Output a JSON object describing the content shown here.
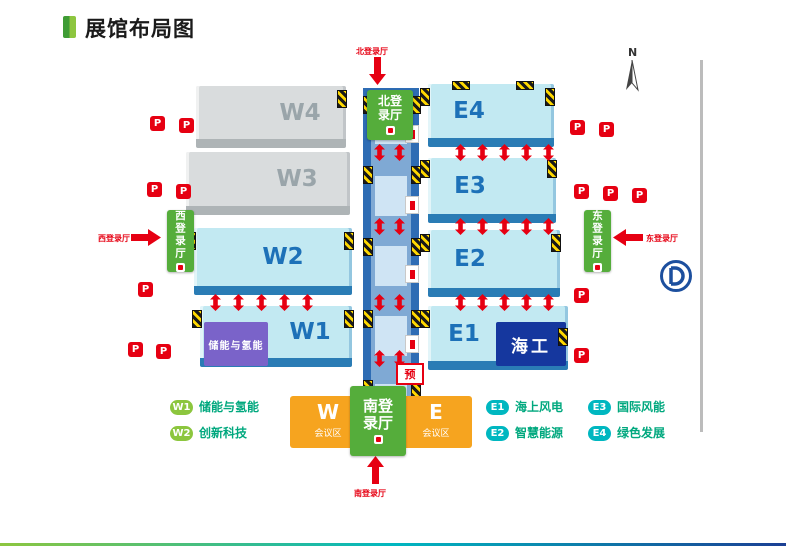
{
  "page": {
    "title": "展馆布局图"
  },
  "map": {
    "compass_label": "N",
    "parking_label": "P",
    "reserved_label": "预",
    "halls": {
      "w4": "W4",
      "w3": "W3",
      "w2": "W2",
      "w1": "W1",
      "e4": "E4",
      "e3": "E3",
      "e2": "E2",
      "e1": "E1"
    },
    "zones": {
      "storage": "储能与氢能",
      "marine": "海工"
    },
    "entrances": {
      "north": {
        "line1": "北登",
        "line2": "录厅",
        "arrow_label": "北登录厅"
      },
      "south": {
        "line1": "南登",
        "line2": "录厅",
        "arrow_label": "南登录厅"
      },
      "west": {
        "label": "西登录厅",
        "arrow_label": "西登录厅"
      },
      "east": {
        "label": "东登录厅",
        "arrow_label": "东登录厅"
      }
    },
    "conference": {
      "west_label": "W",
      "east_label": "E",
      "area_label": "会议区"
    }
  },
  "legend": {
    "items": [
      {
        "code": "W1",
        "label": "储能与氢能"
      },
      {
        "code": "W2",
        "label": "创新科技"
      },
      {
        "code": "E1",
        "label": "海上风电"
      },
      {
        "code": "E2",
        "label": "智慧能源"
      },
      {
        "code": "E3",
        "label": "国际风能"
      },
      {
        "code": "E4",
        "label": "绿色发展"
      }
    ]
  },
  "colors": {
    "accent_red": "#e60012",
    "entrance_green": "#55ad3b",
    "conference_orange": "#f6a41f",
    "hall_roof_cyan": "#c2e9f2",
    "hall_side_blue": "#2a7cb5",
    "marine_blue": "#15379e",
    "storage_purple": "#7a63c9",
    "legend_w_badge": "#8cc63e",
    "legend_e_badge": "#00b7c0",
    "legend_text": "#00a87e"
  }
}
